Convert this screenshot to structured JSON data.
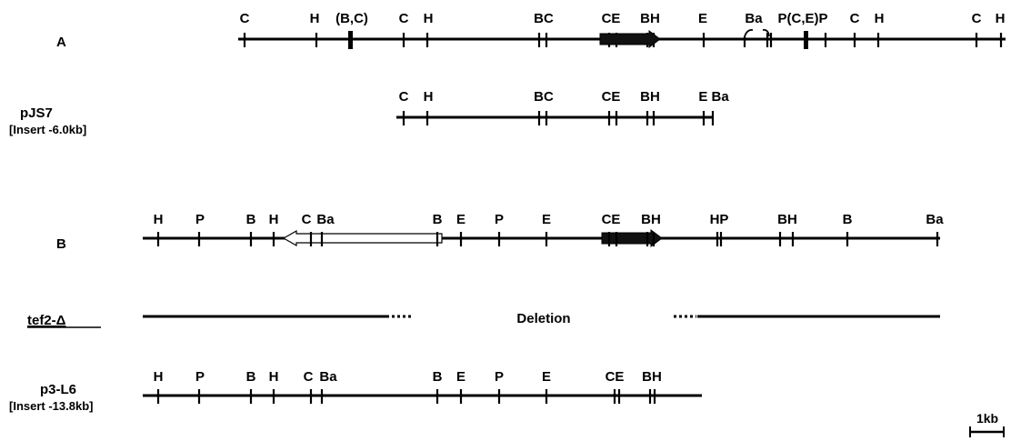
{
  "maps": [
    {
      "id": "A",
      "label": "A",
      "sublabel": "",
      "sites": [
        "C",
        "H",
        "(B,C)",
        "C",
        "H",
        "BC",
        "CE",
        "BH",
        "E",
        "Ba",
        "P(C,E)P",
        "C",
        "H",
        "C",
        "H"
      ]
    },
    {
      "id": "pJS7",
      "label": "pJS7",
      "sublabel": "[Insert -6.0kb]",
      "sites": [
        "C",
        "H",
        "BC",
        "CE",
        "BH",
        "E Ba"
      ]
    },
    {
      "id": "B",
      "label": "B",
      "sublabel": "",
      "sites": [
        "H",
        "P",
        "B",
        "H",
        "C",
        "Ba",
        "B",
        "E",
        "P",
        "E",
        "CE",
        "BH",
        "HP",
        "BH",
        "B",
        "Ba"
      ]
    },
    {
      "id": "tef2",
      "label": "tef2-Δ",
      "sublabel": "",
      "note": "Deletion"
    },
    {
      "id": "p3L6",
      "label": "p3-L6",
      "sublabel": "[Insert -13.8kb]",
      "sites": [
        "H",
        "P",
        "B",
        "H",
        "C",
        "Ba",
        "B",
        "E",
        "P",
        "E",
        "CE",
        "BH"
      ]
    }
  ],
  "scale_bar": {
    "label": "1kb"
  }
}
